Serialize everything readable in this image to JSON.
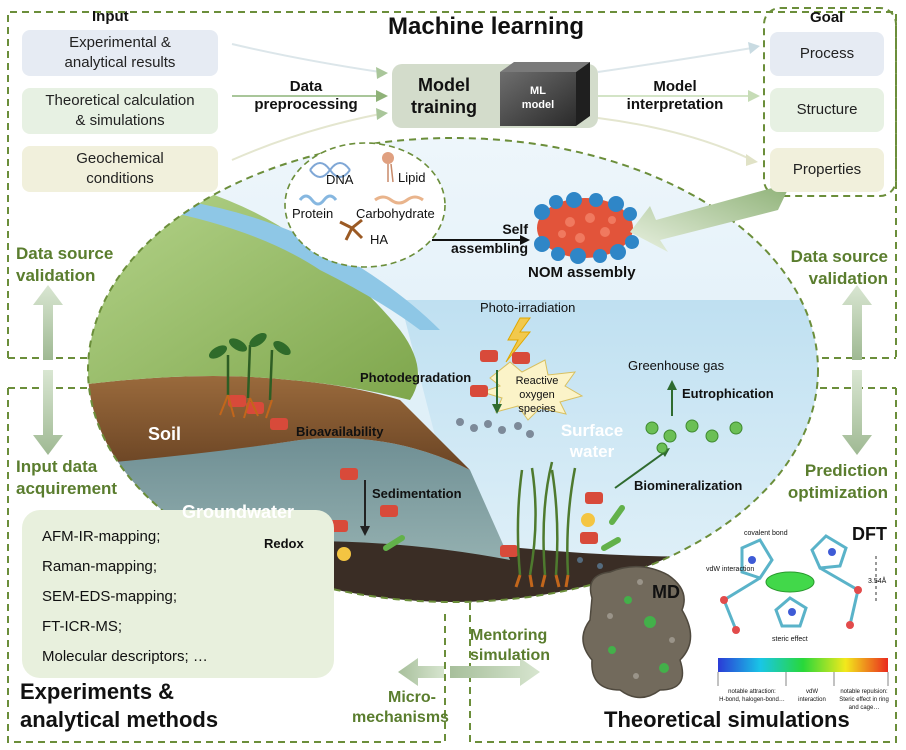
{
  "top": {
    "title": "Machine learning",
    "input_header": "Input",
    "inputs": [
      {
        "label": "Experimental &\nanalytical results",
        "color": "#e6ebf3"
      },
      {
        "label": "Theoretical calculation\n& simulations",
        "color": "#e7f1e3"
      },
      {
        "label": "Geochemical\nconditions",
        "color": "#f1f0dc"
      }
    ],
    "data_preprocessing": "Data\npreprocessing",
    "model_training": "Model\ntraining",
    "cube_label": "ML\nmodel",
    "model_interpretation": "Model\ninterpretation",
    "goal_header": "Goal",
    "goals": [
      {
        "label": "Process",
        "color": "#e6ebf3"
      },
      {
        "label": "Structure",
        "color": "#e7f1e3"
      },
      {
        "label": "Properties",
        "color": "#f1f0dc"
      }
    ]
  },
  "center": {
    "biomolecules": [
      "DNA",
      "Lipid",
      "Protein",
      "Carbohydrate",
      "HA"
    ],
    "self_assembling": "Self\nassembling",
    "nom_assembly": "NOM assembly",
    "photo_irradiation": "Photo-irradiation",
    "photodegradation": "Photodegradation",
    "ros": "Reactive\noxygen species",
    "greenhouse_gas": "Greenhouse gas",
    "eutrophication": "Eutrophication",
    "soil": "Soil",
    "bioavailability": "Bioavailability",
    "surface_water": "Surface\nwater",
    "sedimentation": "Sedimentation",
    "groundwater": "Groundwater",
    "biomineralization": "Biomineralization",
    "redox": "Redox"
  },
  "left": {
    "data_source_validation": "Data source\nvalidation",
    "input_data_acquirement": "Input data\nacquirement",
    "methods": [
      "AFM-IR-mapping;",
      "Raman-mapping;",
      "SEM-EDS-mapping;",
      "FT-ICR-MS;",
      "Molecular descriptors; …"
    ],
    "title": "Experiments &\nanalytical methods"
  },
  "right": {
    "data_source_validation": "Data source\nvalidation",
    "prediction_optimization": "Prediction\noptimization",
    "dft": "DFT",
    "md": "MD",
    "dft_labels": [
      "covalent bond",
      "vdW interaction",
      "steric effect",
      "3.54Å"
    ],
    "colorbar_labels": [
      "notable attraction:\nH-bond, halogen-bond…",
      "vdW\ninteraction",
      "notable repulsion:\nSteric effect in ring\nand cage…"
    ],
    "title": "Theoretical simulations"
  },
  "bottom": {
    "mentoring_simulation": "Mentoring\nsimulation",
    "micro_mechanisms": "Micro-\nmechanisms"
  },
  "colors": {
    "green_label": "#5a7d2e",
    "dash_border": "#6b8e3a",
    "model_box": "#d3dccb",
    "methods_box": "#e8f0dd"
  }
}
